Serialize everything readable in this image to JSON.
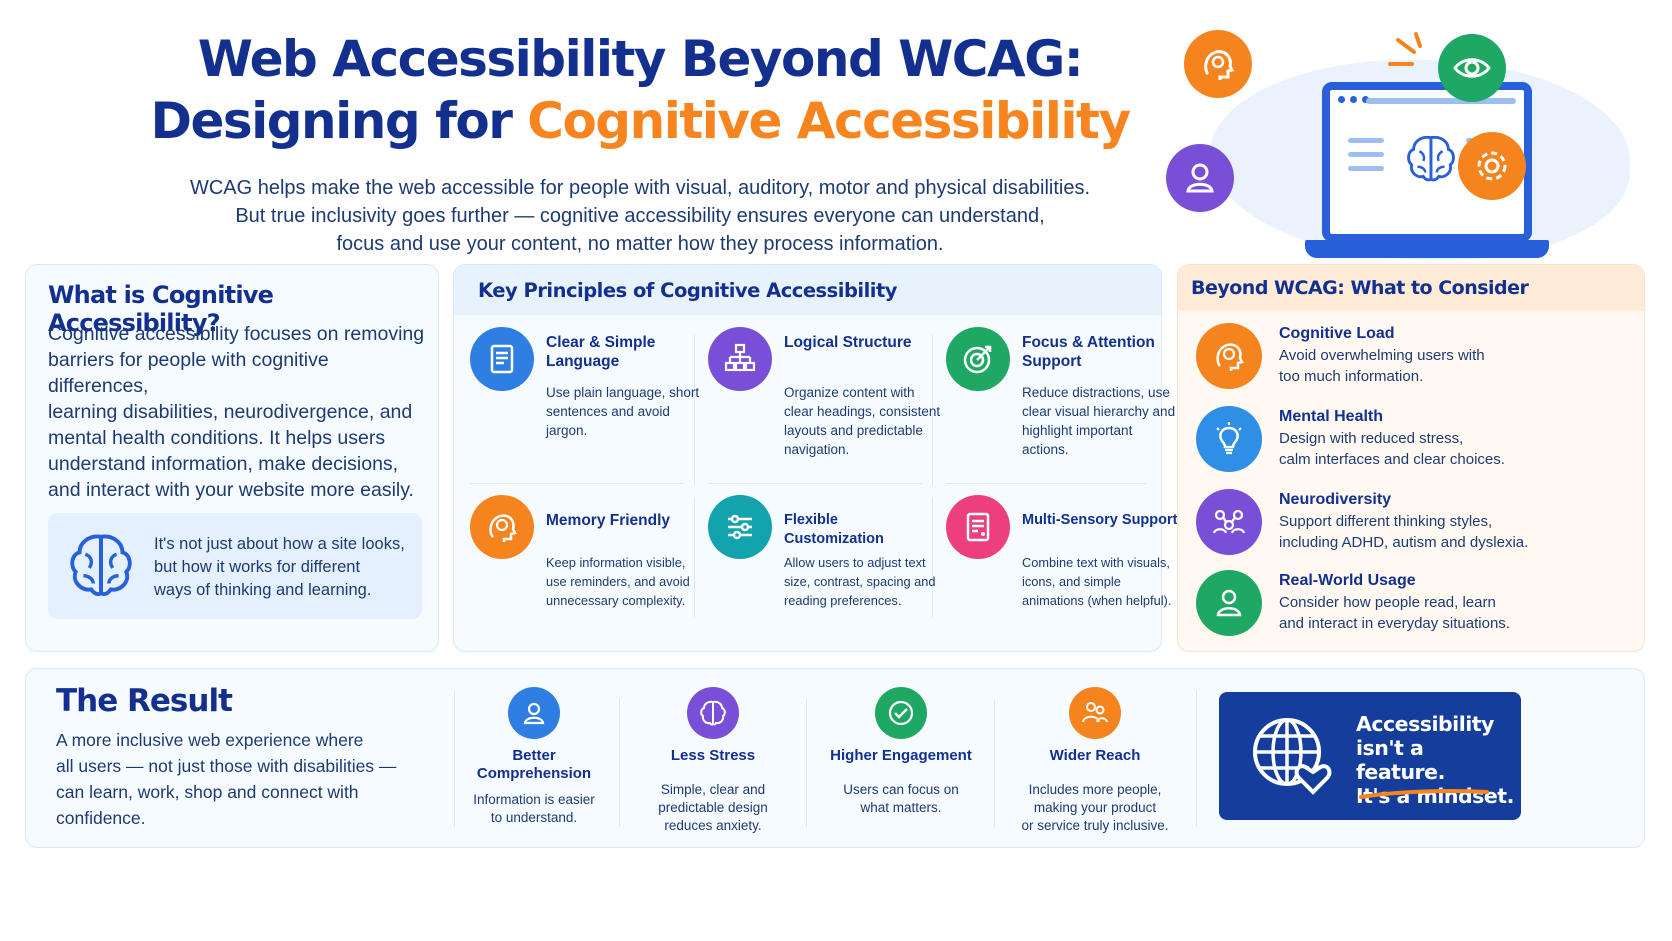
{
  "header": {
    "title_line1": "Web Accessibility Beyond WCAG:",
    "title_line2_prefix": "Designing for ",
    "title_line2_accent": "Cognitive Accessibility",
    "intro_lines": [
      "WCAG helps make the web accessible for people with visual, auditory, motor and physical disabilities.",
      "But true inclusivity goes further — cognitive accessibility ensures everyone can understand,",
      "focus and use your content, no matter how they process information."
    ]
  },
  "what": {
    "title": "What is Cognitive Accessibility?",
    "lines": [
      "Cognitive accessibility focuses on removing",
      "barriers for people with cognitive differences,",
      "learning disabilities, neurodivergence, and",
      "mental health conditions. It helps users",
      "understand information, make decisions,",
      "and interact with your website more easily."
    ],
    "tip_lines": [
      "It's not just about how a site looks,",
      "but how it works for different",
      "ways of thinking and learning."
    ]
  },
  "principles": {
    "title": "Key Principles of Cognitive Accessibility",
    "items": [
      {
        "title": "Clear & Simple Language",
        "desc": "Use plain language, short sentences and avoid jargon.",
        "icon": "document-icon",
        "color": "#2f7fe3"
      },
      {
        "title": "Logical Structure",
        "desc": "Organize content with clear headings, consistent layouts and predictable navigation.",
        "icon": "hierarchy-icon",
        "color": "#7a4fd8"
      },
      {
        "title": "Focus & Attention Support",
        "desc": "Reduce distractions, use clear visual hierarchy and highlight important actions.",
        "icon": "target-icon",
        "color": "#1fa864"
      },
      {
        "title": "Memory Friendly",
        "desc": "Keep information visible, use reminders, and avoid unnecessary complexity.",
        "icon": "head-brain-icon",
        "color": "#f5841f"
      },
      {
        "title": "Flexible Customization",
        "desc": "Allow users to adjust text size, contrast, spacing and reading preferences.",
        "icon": "sliders-icon",
        "color": "#12a3ac"
      },
      {
        "title": "Multi-Sensory Support",
        "desc": "Combine text with visuals, icons, and simple animations (when helpful).",
        "icon": "media-document-icon",
        "color": "#ec3f7c"
      }
    ]
  },
  "beyond": {
    "title": "Beyond WCAG: What to Consider",
    "items": [
      {
        "title": "Cognitive Load",
        "lines": [
          "Avoid overwhelming users with",
          "too much information."
        ],
        "icon": "head-brain-icon",
        "color": "#f5841f"
      },
      {
        "title": "Mental Health",
        "lines": [
          "Design with reduced stress,",
          "calm interfaces and clear choices."
        ],
        "icon": "lightbulb-icon",
        "color": "#2f8fe6"
      },
      {
        "title": "Neurodiversity",
        "lines": [
          "Support different thinking styles,",
          "including ADHD, autism and dyslexia."
        ],
        "icon": "network-people-icon",
        "color": "#7a4fd8"
      },
      {
        "title": "Real-World Usage",
        "lines": [
          "Consider how people read, learn",
          "and interact in everyday situations."
        ],
        "icon": "person-icon",
        "color": "#1fa864"
      }
    ]
  },
  "result": {
    "title": "The Result",
    "lines": [
      "A more inclusive web experience where",
      "all users — not just those with disabilities —",
      "can learn, work, shop and connect with confidence."
    ],
    "benefits": [
      {
        "title": "Better Comprehension",
        "lines": [
          "Information is easier",
          "to understand."
        ],
        "icon": "user-icon",
        "color": "#2f7fe3"
      },
      {
        "title": "Less Stress",
        "lines": [
          "Simple, clear and",
          "predictable design",
          "reduces anxiety."
        ],
        "icon": "brain-icon",
        "color": "#7a4fd8"
      },
      {
        "title": "Higher Engagement",
        "lines": [
          "Users can focus on",
          "what matters."
        ],
        "icon": "check-circle-icon",
        "color": "#1fa864"
      },
      {
        "title": "Wider Reach",
        "lines": [
          "Includes more people,",
          "making your product",
          "or service truly inclusive."
        ],
        "icon": "people-icon",
        "color": "#f5841f"
      }
    ],
    "mindset_lines": [
      "Accessibility",
      "isn't a feature.",
      "It's a mindset."
    ]
  },
  "colors": {
    "navy": "#13308f",
    "orange": "#f7841f",
    "blue": "#2760d8"
  }
}
